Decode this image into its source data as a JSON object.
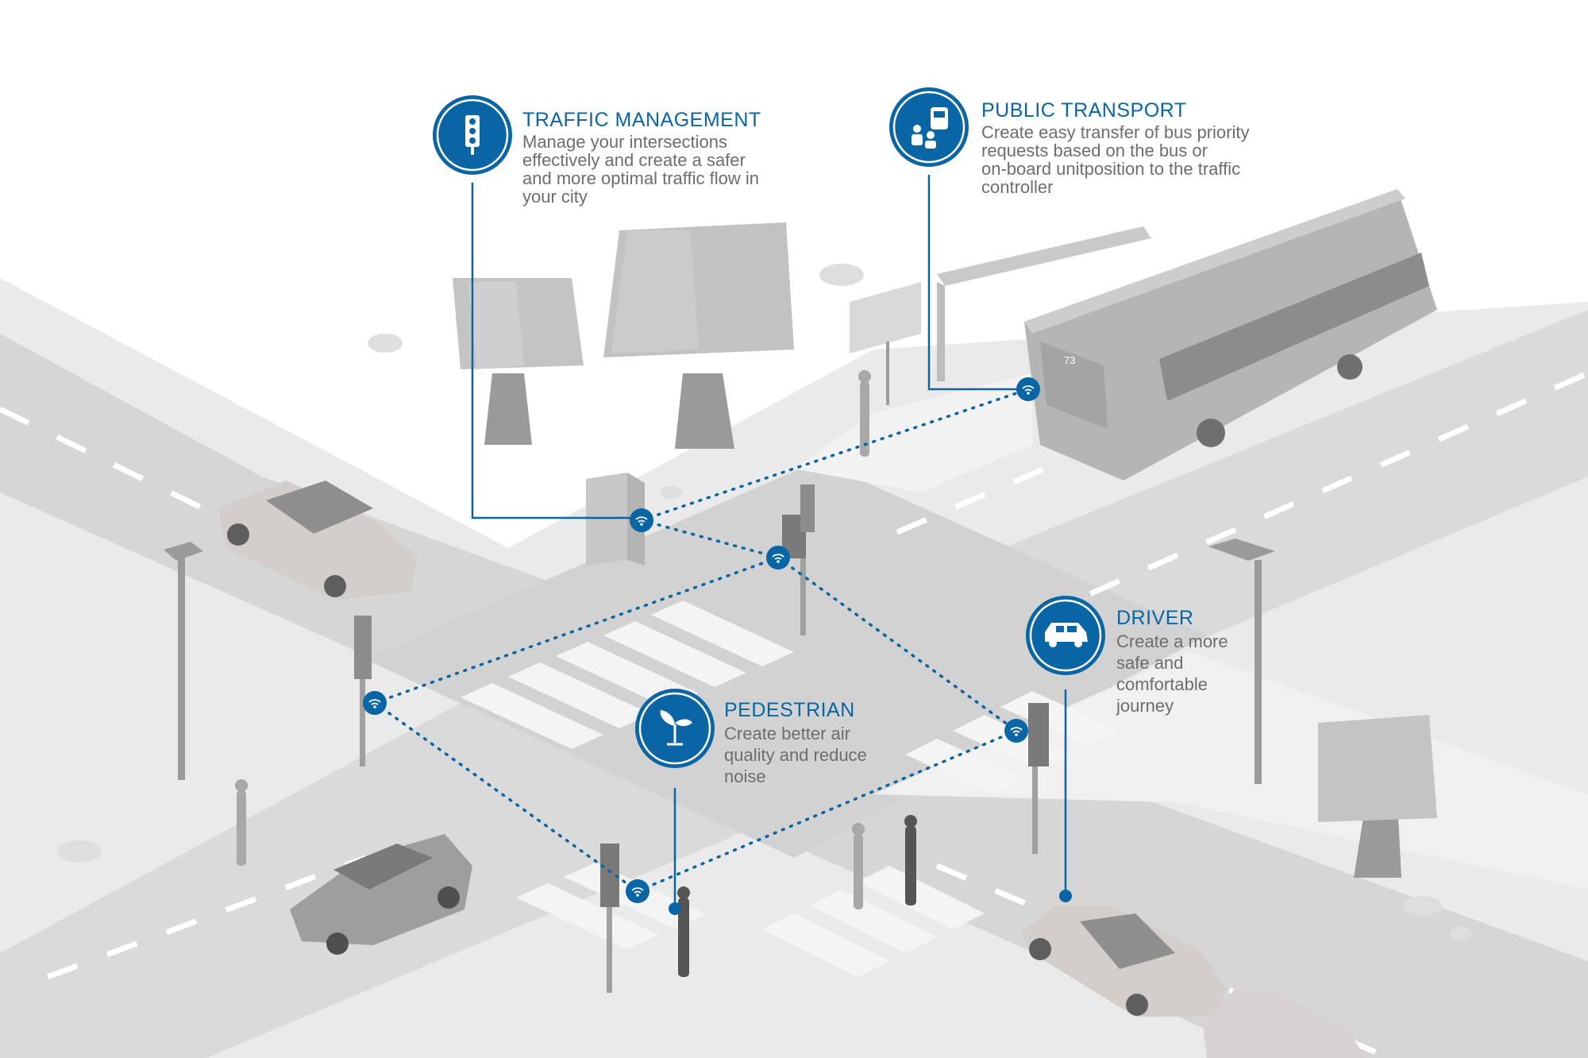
{
  "colors": {
    "accent": "#0a65a5",
    "text_grey": "#6d6d6d",
    "ground": "#e9e9e9",
    "road": "#d8d8d8",
    "object_grey": "#b3b3b3"
  },
  "icons": {
    "traffic_management": "traffic-light-icon",
    "public_transport": "bus-passenger-icon",
    "driver": "car-icon",
    "pedestrian": "plant-sprout-icon",
    "node": "wifi-icon"
  },
  "callouts": {
    "traffic_management": {
      "title": "TRAFFIC MANAGEMENT",
      "lines": [
        "Manage your intersections",
        "effectively and create a safer",
        "and more optimal traffic flow in",
        "your city"
      ]
    },
    "public_transport": {
      "title": "PUBLIC TRANSPORT",
      "lines": [
        "Create easy transfer of bus priority",
        "requests based on the bus or",
        "on-board unitposition to the traffic",
        "controller"
      ]
    },
    "driver": {
      "title": "DRIVER",
      "lines": [
        "Create a more",
        "safe and",
        "comfortable",
        "journey"
      ]
    },
    "pedestrian": {
      "title": "PEDESTRIAN",
      "lines": [
        "Create better air",
        "quality and reduce",
        "noise"
      ]
    }
  },
  "bus": {
    "number": "73"
  }
}
